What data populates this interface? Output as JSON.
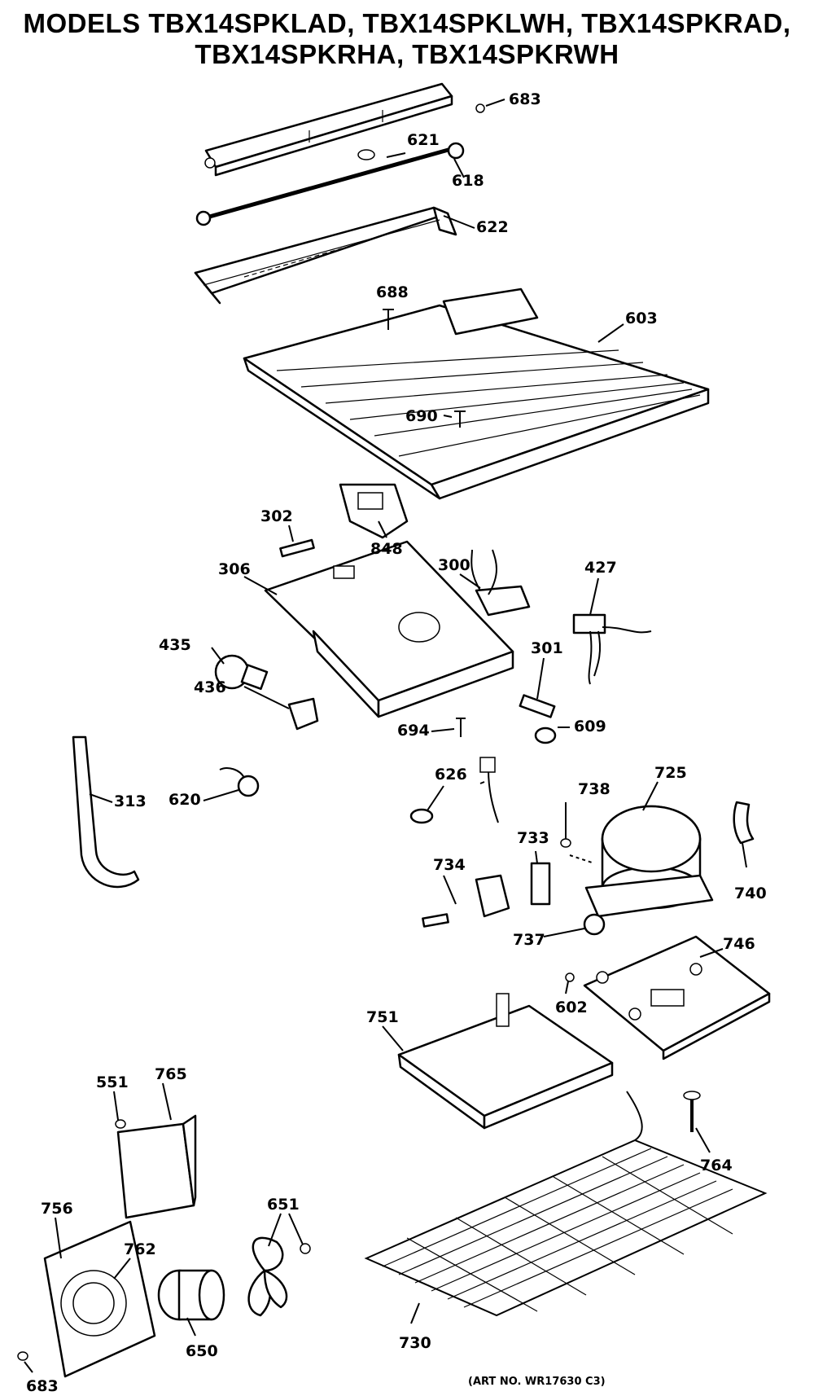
{
  "title": {
    "line1": "MODELS TBX14SPKLAD, TBX14SPKLWH, TBX14SPKRAD,",
    "line2": "TBX14SPKRHA, TBX14SPKRWH"
  },
  "art_number": "(ART NO. WR17630 C3)",
  "labels": {
    "p683_top": "683",
    "p621": "621",
    "p618": "618",
    "p622": "622",
    "p688": "688",
    "p603": "603",
    "p690": "690",
    "p848": "848",
    "p302": "302",
    "p306": "306",
    "p300": "300",
    "p427": "427",
    "p435": "435",
    "p436": "436",
    "p301": "301",
    "p694": "694",
    "p609": "609",
    "p313": "313",
    "p620": "620",
    "p626": "626",
    "p738": "738",
    "p725": "725",
    "p733": "733",
    "p740": "740",
    "p734": "734",
    "p737": "737",
    "p746": "746",
    "p602": "602",
    "p751": "751",
    "p551": "551",
    "p765": "765",
    "p764": "764",
    "p651": "651",
    "p756": "756",
    "p762": "762",
    "p650": "650",
    "p730": "730",
    "p683_bottom": "683"
  }
}
